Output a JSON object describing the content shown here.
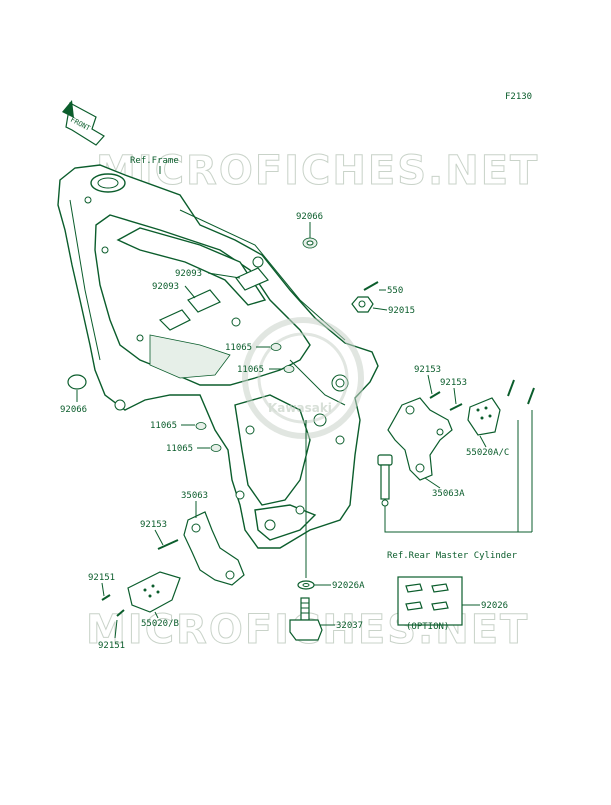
{
  "diagram": {
    "code": "F2130",
    "front_label": "FRONT",
    "watermark": "MICROFICHES.NET",
    "logo_text": "Kawasaki",
    "ref_frame": "Ref.Frame",
    "ref_master": "Ref.Rear Master Cylinder",
    "option": "(OPTION)",
    "colors": {
      "line": "#0b5d2c",
      "watermark": "#c9d3c9",
      "background": "#ffffff"
    },
    "parts": {
      "p92066_top": "92066",
      "p92093_a": "92093",
      "p92093_b": "92093",
      "p550": "550",
      "p92015": "92015",
      "p11065_a": "11065",
      "p11065_b": "11065",
      "p11065_c": "11065",
      "p11065_d": "11065",
      "p92066_left": "92066",
      "p92153_r1": "92153",
      "p92153_r2": "92153",
      "p55020ac": "55020A/C",
      "p35063a": "35063A",
      "p35063": "35063",
      "p92153_l": "92153",
      "p92151_a": "92151",
      "p55020b": "55020/B",
      "p92151_b": "92151",
      "p92026a": "92026A",
      "p32037": "32037",
      "p92026": "92026"
    }
  }
}
